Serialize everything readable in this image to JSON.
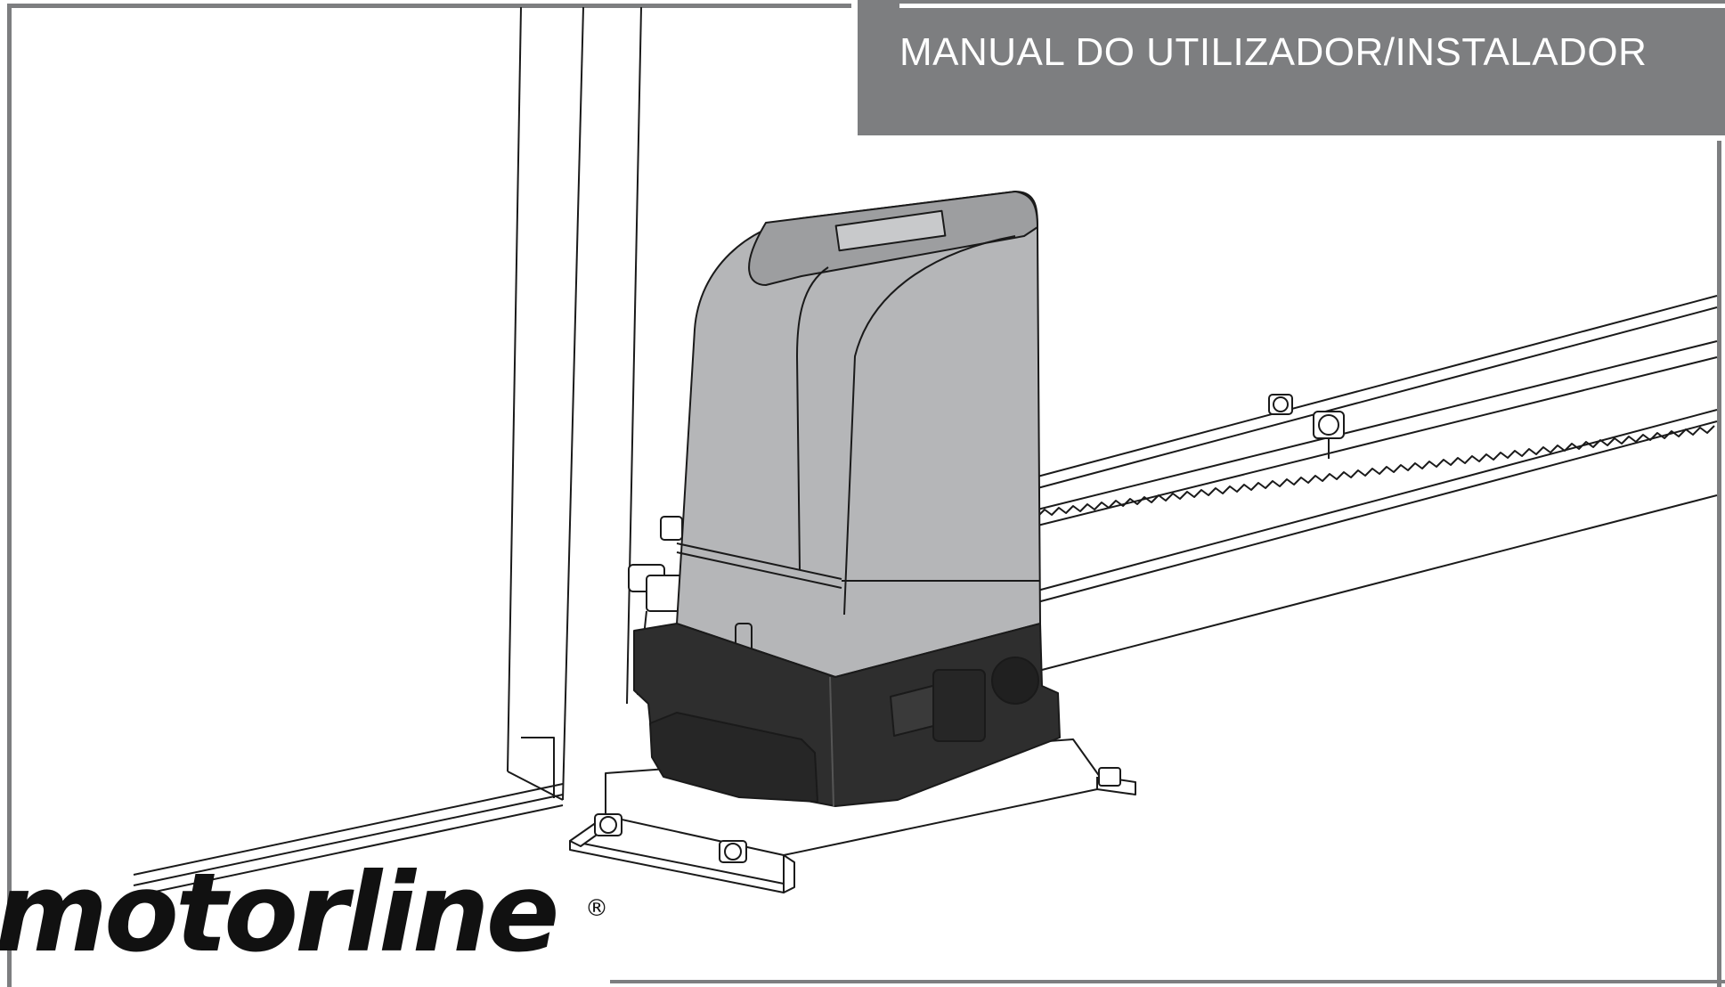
{
  "header": {
    "title": "MANUAL DO UTILIZADOR/INSTALADOR"
  },
  "brand": {
    "logo_text": "motorline",
    "registered_symbol": "®"
  },
  "colors": {
    "frame_gray": "#7d7e80",
    "motor_cover": "#b5b6b8",
    "motor_base": "#2e2e2e",
    "ink": "#111111"
  },
  "illustration": {
    "subject": "sliding-gate-motor-with-rack"
  }
}
